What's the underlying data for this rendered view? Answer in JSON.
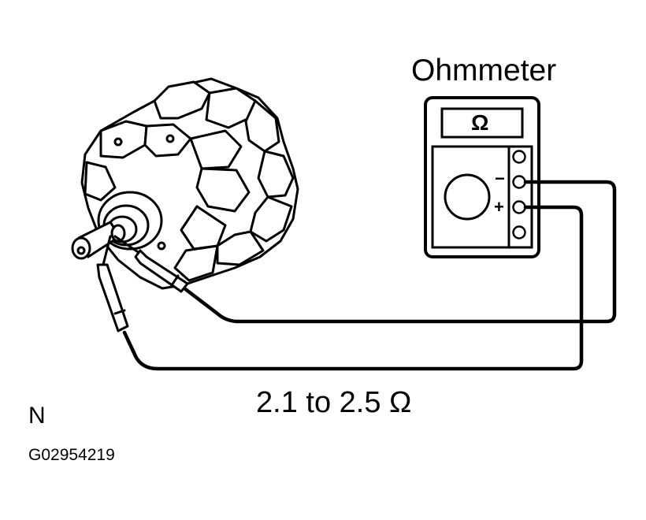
{
  "meter": {
    "title": "Ohmmeter",
    "display": "Ω",
    "terminal_minus": "−",
    "terminal_plus": "+"
  },
  "specification": "2.1 to 2.5 Ω",
  "corner_letter": "N",
  "figure_id": "G02954219",
  "icons": [
    "alternator-rotor-icon",
    "probe-icon",
    "ohmmeter-icon",
    "dial-icon",
    "terminal-icon"
  ],
  "colors": {
    "line": "#000000",
    "background": "#ffffff"
  }
}
